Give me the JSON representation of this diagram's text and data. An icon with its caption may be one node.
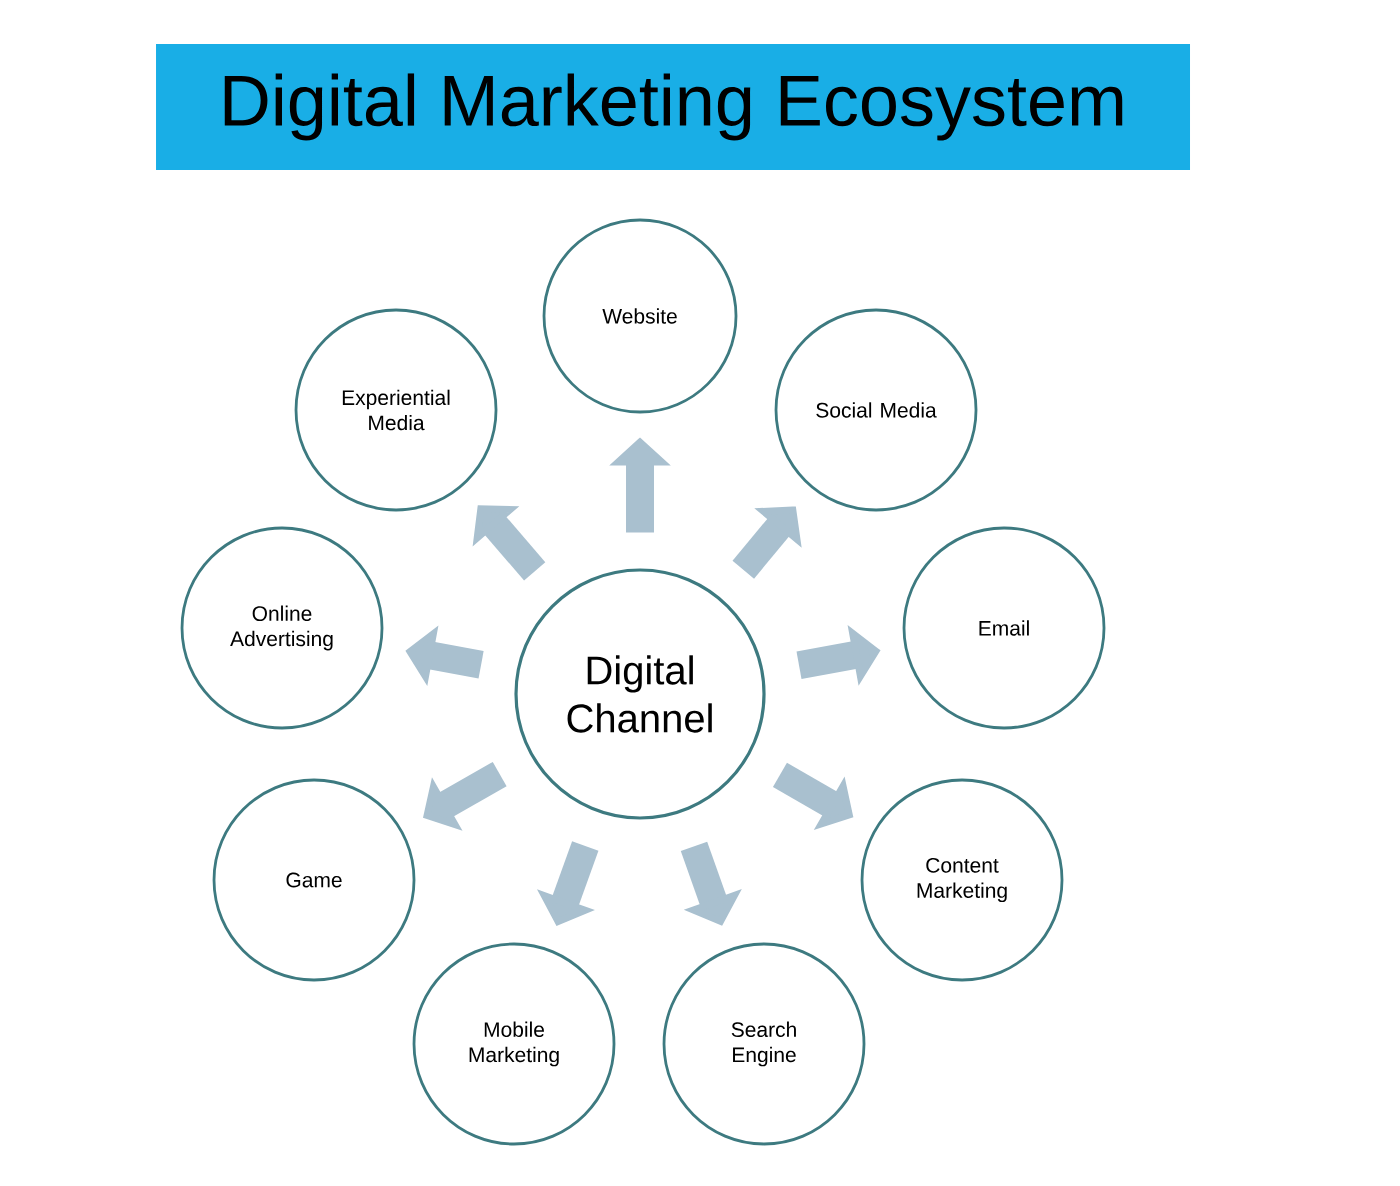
{
  "diagram": {
    "title": "Digital Marketing Ecosystem",
    "nodes": [
      {
        "text": [
          "Digital Channel"
        ]
      },
      {
        "text": [
          "Website"
        ]
      },
      {
        "text": [
          "Social Media"
        ]
      },
      {
        "text": [
          "Email"
        ]
      },
      {
        "text": [
          "Content Marketing"
        ]
      },
      {
        "text": [
          "Search Engine"
        ]
      },
      {
        "text": [
          "Mobile Marketing"
        ]
      },
      {
        "text": [
          "Game"
        ]
      },
      {
        "text": [
          "Online Advertising"
        ]
      },
      {
        "text": [
          "Experiential Media"
        ]
      }
    ],
    "edges": [
      {
        "from": 0,
        "to": 1,
        "arrow": "to"
      },
      {
        "from": 0,
        "to": 2,
        "arrow": "to"
      },
      {
        "from": 0,
        "to": 3,
        "arrow": "to"
      },
      {
        "from": 0,
        "to": 4,
        "arrow": "to"
      },
      {
        "from": 0,
        "to": 5,
        "arrow": "to"
      },
      {
        "from": 0,
        "to": 6,
        "arrow": "to"
      },
      {
        "from": 0,
        "to": 7,
        "arrow": "to"
      },
      {
        "from": 0,
        "to": 8,
        "arrow": "to"
      },
      {
        "from": 0,
        "to": 9,
        "arrow": "to"
      }
    ]
  }
}
